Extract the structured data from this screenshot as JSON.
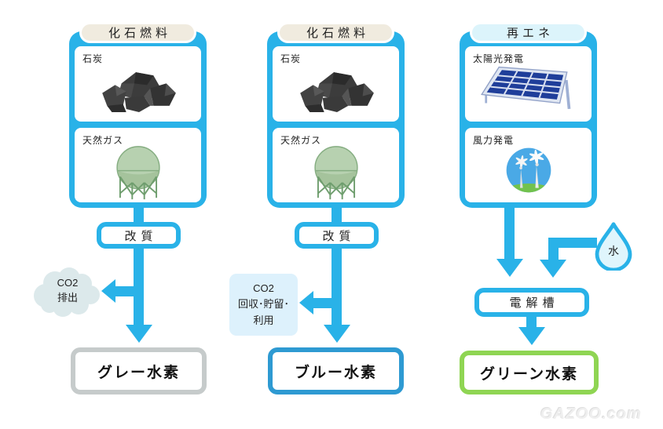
{
  "colors": {
    "accent_blue": "#29b2e8",
    "deep_blue": "#2e9ad2",
    "header_cream": "#f0ebdf",
    "header_cyan": "#dcf4fb",
    "co2_capture_bg": "#ddf1fc",
    "cloud_gray": "#dce9eb",
    "gray_border": "#c6cbcb",
    "green_border": "#8fd553"
  },
  "columns": [
    {
      "id": "gray-hydrogen",
      "header": "化石燃料",
      "cards": [
        {
          "label": "石炭"
        },
        {
          "label": "天然ガス"
        }
      ],
      "process_label": "改質",
      "byproduct_lines": [
        "CO2",
        "排出"
      ],
      "result_label": "グレー水素"
    },
    {
      "id": "blue-hydrogen",
      "header": "化石燃料",
      "cards": [
        {
          "label": "石炭"
        },
        {
          "label": "天然ガス"
        }
      ],
      "process_label": "改質",
      "byproduct_lines": [
        "CO2",
        "回収･貯留･",
        "利用"
      ],
      "result_label": "ブルー水素"
    },
    {
      "id": "green-hydrogen",
      "header": "再エネ",
      "cards": [
        {
          "label": "太陽光発電"
        },
        {
          "label": "風力発電"
        }
      ],
      "process_label": "電解槽",
      "input_label": "水",
      "result_label": "グリーン水素"
    }
  ],
  "watermark": "GAZOO.com"
}
